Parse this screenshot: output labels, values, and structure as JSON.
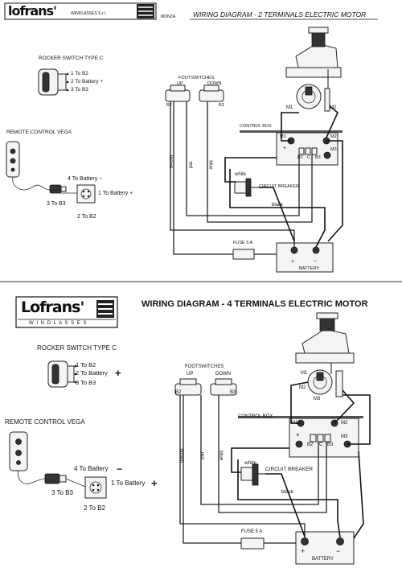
{
  "top": {
    "logo_text": "lofrans'",
    "logo_sub": "WINDLASSES S.r.l.",
    "logo_city": "MONZA",
    "title": "WIRING DIAGRAM - 2 TERMINALS ELECTRIC MOTOR",
    "rocker_title": "ROCKER SWITCH TYPE C",
    "rocker_1": "1 To B2",
    "rocker_2": "2 To Battery +",
    "rocker_3": "3 To B3",
    "remote_title": "REMOTE CONTROL VEGA",
    "remote_4": "4 To Battery −",
    "remote_1": "1 To Battery +",
    "remote_3": "3 To B3",
    "remote_2": "2 To B2",
    "footswitches": "FOOTSWITCHES",
    "fs_up": "UP",
    "fs_down": "DOWN",
    "b2": "B2",
    "b3": "B3",
    "m1": "M1",
    "m2": "M2",
    "m1b": "M1",
    "m2b": "M2",
    "m3": "M3",
    "control_box": "CONTROL BOX",
    "cb_plus": "+",
    "cb_b2": "B2",
    "cb_c": "C",
    "cb_b3": "B3",
    "brown": "brown",
    "red": "red",
    "blue": "blue",
    "white": "white",
    "breaker": "CIRCUIT BREAKER",
    "black": "black",
    "fuse": "FUSE 5 A",
    "battery": "BATTERY",
    "bat_plus": "+",
    "bat_minus": "−"
  },
  "bottom": {
    "logo_text": "Lofrans'",
    "logo_sub": "W I N D L A S S E S",
    "title": "WIRING DIAGRAM - 4 TERMINALS ELECTRIC MOTOR",
    "rocker_title": "ROCKER SWITCH TYPE C",
    "rocker_1": "1 To B2",
    "rocker_2": "2 To Battery",
    "rocker_2_sign": "+",
    "rocker_3": "3 To B3",
    "remote_title": "REMOTE CONTROL VEGA",
    "remote_4": "4 To Battery",
    "remote_4_sign": "−",
    "remote_1": "1 To Battery",
    "remote_1_sign": "+",
    "remote_3": "3 To B3",
    "remote_2": "2 To B2",
    "footswitches": "FOOTSWITCHES",
    "fs_up": "UP",
    "fs_down": "DOWN",
    "b2": "B2",
    "b3": "B3",
    "m1": "M1",
    "m2": "M2",
    "m3": "M3",
    "m1b": "M1",
    "m2b": "M2",
    "m3b": "M3",
    "control_box": "CONTROL BOX",
    "cb_plus": "+",
    "cb_b2": "B2",
    "cb_c": "C",
    "cb_b3": "B3",
    "brown": "brown",
    "red": "red",
    "blue": "blue",
    "white": "white",
    "breaker": "CIRCUIT BREAKER",
    "black": "black",
    "fuse": "FUSE 5 A",
    "battery": "BATTERY",
    "bat_plus": "+",
    "bat_minus": "−"
  }
}
